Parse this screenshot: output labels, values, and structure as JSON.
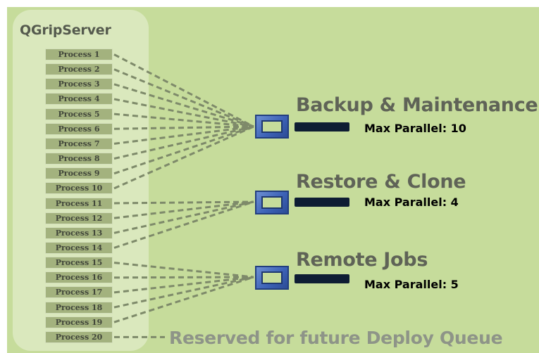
{
  "server": {
    "title": "QGripServer"
  },
  "processes": [
    "Process 1",
    "Process 2",
    "Process 3",
    "Process 4",
    "Process 5",
    "Process 6",
    "Process 7",
    "Process 8",
    "Process 9",
    "Process 10",
    "Process 11",
    "Process 12",
    "Process 13",
    "Process 14",
    "Process 15",
    "Process 16",
    "Process 17",
    "Process 18",
    "Process 19",
    "Process 20"
  ],
  "queues": [
    {
      "name": "Backup & Maintenance",
      "max_parallel": "Max Parallel: 10",
      "process_count": 10
    },
    {
      "name": "Restore & Clone",
      "max_parallel": "Max Parallel: 4",
      "process_count": 4
    },
    {
      "name": "Remote Jobs",
      "max_parallel": "Max Parallel: 5",
      "process_count": 5
    }
  ],
  "reserved": {
    "label": "Reserved for future Deploy Queue"
  },
  "colors": {
    "background": "#c6dc9b",
    "panel": "#dae8bd",
    "process_box": "#a3b27e",
    "connector": "#7e8a6a",
    "queue_icon": "#3d63b7",
    "queue_bar": "#0e1d33"
  }
}
